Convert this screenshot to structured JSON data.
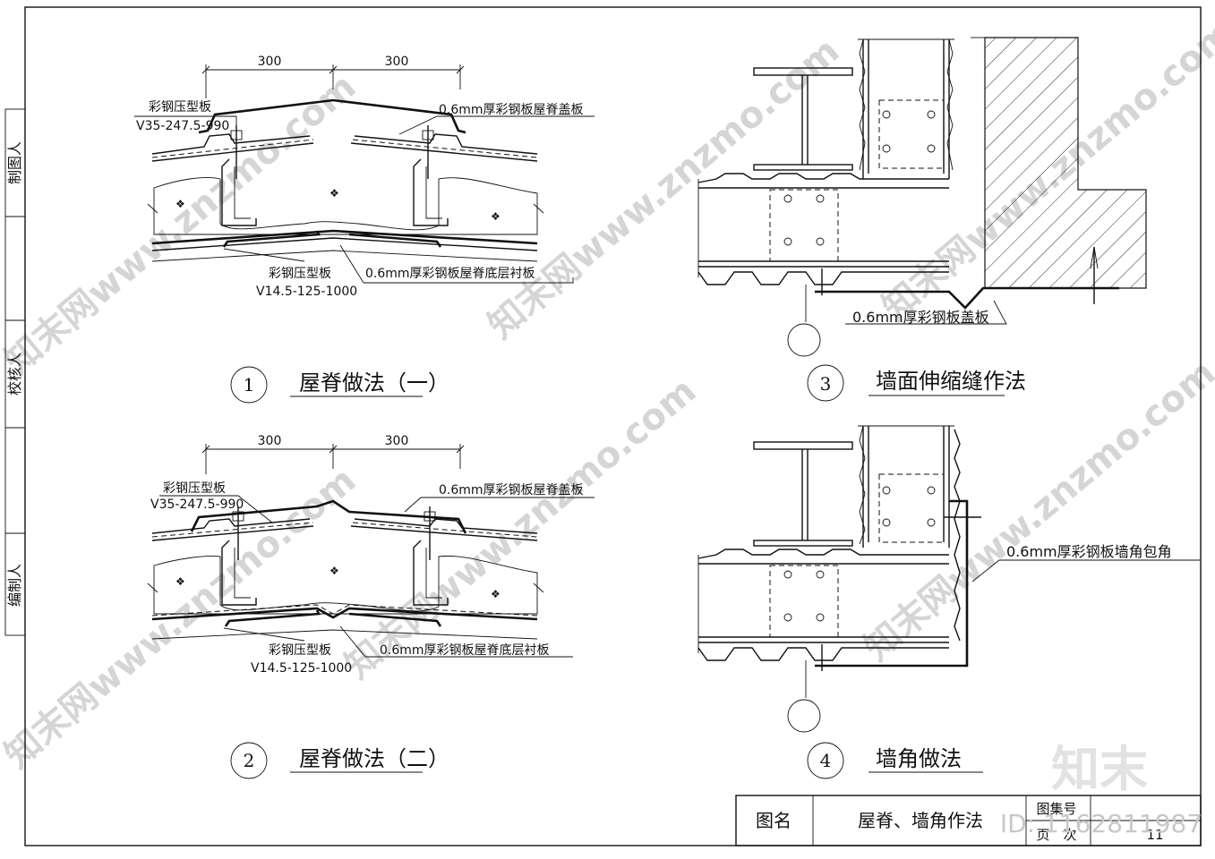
{
  "side_labels": [
    "制图人",
    "校核人",
    "编制人"
  ],
  "details": [
    {
      "number": "1",
      "title": "屋脊做法（一）",
      "dim_left": "300",
      "dim_right": "300",
      "label_top_left_1": "彩钢压型板",
      "label_top_left_2": "V35-247.5-990",
      "label_top_right": "0.6mm厚彩钢板屋脊盖板",
      "label_bottom_1": "彩钢压型板",
      "label_bottom_2": "V14.5-125-1000",
      "label_bottom_right": "0.6mm厚彩钢板屋脊底层衬板"
    },
    {
      "number": "2",
      "title": "屋脊做法（二）",
      "dim_left": "300",
      "dim_right": "300",
      "label_top_left_1": "彩钢压型板",
      "label_top_left_2": "V35-247.5-990",
      "label_top_right": "0.6mm厚彩钢板屋脊盖板",
      "label_bottom_1": "彩钢压型板",
      "label_bottom_2": "V14.5-125-1000",
      "label_bottom_right": "0.6mm厚彩钢板屋脊底层衬板"
    },
    {
      "number": "3",
      "title": "墙面伸缩缝作法",
      "label": "0.6mm厚彩钢板盖板"
    },
    {
      "number": "4",
      "title": "墙角做法",
      "label": "0.6mm厚彩钢板墙角包角"
    }
  ],
  "title_block": {
    "name_label": "图名",
    "name_value": "屋脊、墙角作法",
    "atlas_label": "图集号",
    "page_label": "页　次",
    "page_value": "11"
  },
  "watermarks": {
    "brand": "知末",
    "id_text": "ID: 1162811987",
    "site": "知末网www.znzmo.com"
  }
}
